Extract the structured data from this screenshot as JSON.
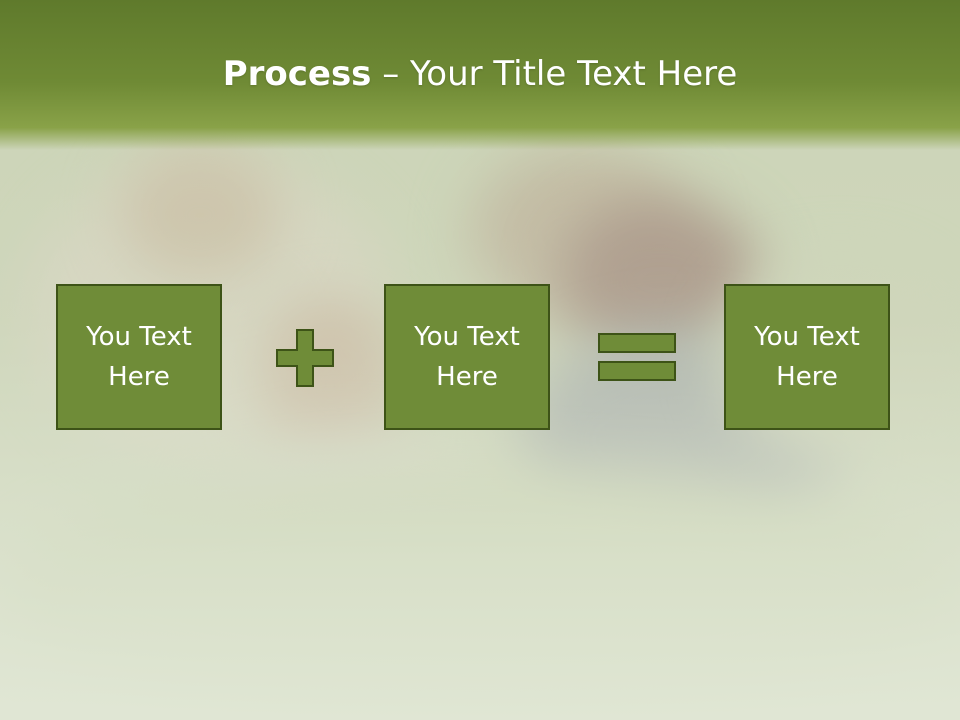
{
  "title": {
    "bold": "Process",
    "rest": " – Your Title Text Here"
  },
  "boxes": [
    {
      "text": "You Text Here"
    },
    {
      "text": "You Text Here"
    },
    {
      "text": "You Text Here"
    }
  ],
  "icons": {
    "plus": "plus-icon",
    "equals": "equals-icon"
  },
  "colors": {
    "title_bar": "#6f8a35",
    "box_fill": "#6f8c38",
    "box_border": "#3d5317",
    "operator_fill": "#6f8c38"
  },
  "background": {
    "image": "blurred-photo-baby-on-grass"
  }
}
